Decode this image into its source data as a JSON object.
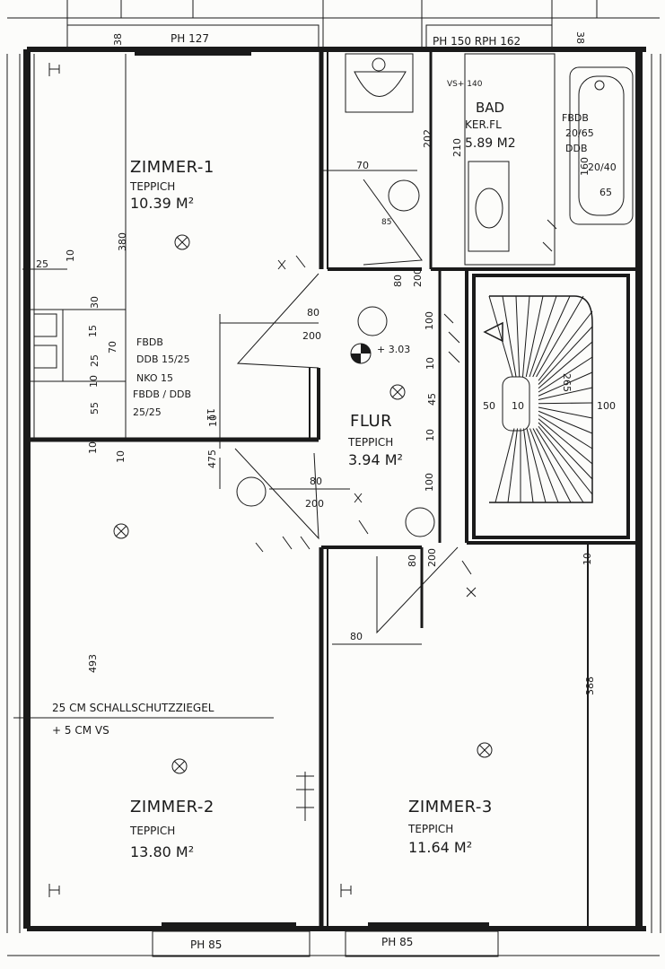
{
  "rooms": {
    "zimmer1": {
      "name": "ZIMMER-1",
      "floor": "TEPPICH",
      "area": "10.39 M²"
    },
    "zimmer2": {
      "name": "ZIMMER-2",
      "floor": "TEPPICH",
      "area": "13.80 M²"
    },
    "zimmer3": {
      "name": "ZIMMER-3",
      "floor": "TEPPICH",
      "area": "11.64 M²"
    },
    "flur": {
      "name": "FLUR",
      "floor": "TEPPICH",
      "area": "3.94 M²"
    },
    "bad": {
      "name": "BAD",
      "floor": "KER.FL",
      "area": "5.89 M2"
    }
  },
  "windows": {
    "top_left": "PH 127",
    "top_right": "PH 150  RPH 162",
    "bottom_left": "PH  85",
    "bottom_right": "PH 85"
  },
  "notes": {
    "wall_line1": "25 CM SCHALLSCHUTZZIEGEL",
    "wall_line2": "+ 5 CM VS",
    "chimney_line1": "FBDB",
    "chimney_line2": "DDB 15/25",
    "chimney_line3": "NKO 15",
    "chimney_line4": "FBDB / DDB",
    "chimney_line5": "25/25",
    "bath_niche_line1": "FBDB",
    "bath_niche_line2": "20/65",
    "bath_niche_line3": "DDB",
    "bath_niche_line4": "20/40",
    "level": "+ 3.03",
    "vs": "VS+ 140"
  },
  "dimensions": {
    "d38a": "38",
    "d38b": "38",
    "d380": "380",
    "d493": "493",
    "d388": "388",
    "d202": "202",
    "d210": "210",
    "d70a": "70",
    "d70b": "70",
    "d85": "85",
    "d80a": "80",
    "d80b": "80",
    "d80c": "80",
    "d80d": "80",
    "d80e": "80",
    "d200a": "200",
    "d200b": "200",
    "d200c": "200",
    "d200d": "200",
    "d100a": "100",
    "d100b": "100",
    "d100c": "100",
    "d45": "45",
    "d50": "50",
    "d10a": "10",
    "d10b": "10",
    "d10c": "10",
    "d475": "475",
    "d25": "25",
    "d10d": "10",
    "d30": "30",
    "d25b": "25",
    "d15": "15",
    "d10e": "10",
    "d55": "55",
    "d10f": "10",
    "d10g": "10",
    "d160": "160",
    "d65": "65",
    "d265": "265",
    "d100d": "100",
    "d11": "11",
    "d10h": "10"
  }
}
